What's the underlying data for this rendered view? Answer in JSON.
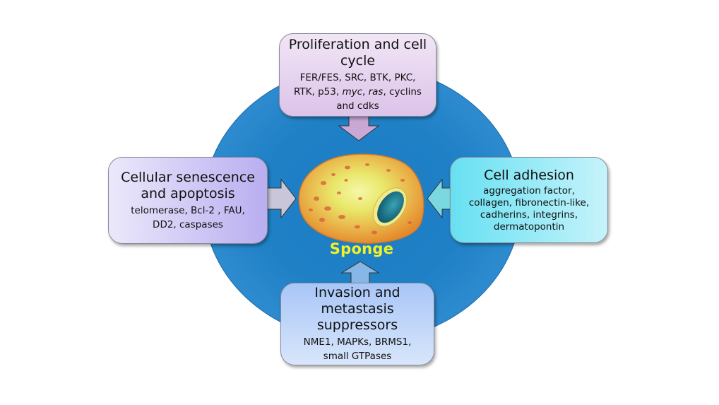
{
  "diagram": {
    "center": {
      "label": "Sponge",
      "icon": "sponge-cell-illustration"
    },
    "boxes": {
      "top": {
        "title": "Proliferation and cell cycle",
        "items_line1": "FER/FES, SRC, BTK, PKC,",
        "items_line2_a": "RTK, p53, ",
        "items_line2_myc": "myc",
        "items_line2_b": ", ",
        "items_line2_ras": "ras",
        "items_line2_c": ", cyclins",
        "items_line3": "and cdks"
      },
      "left": {
        "title_line1": "Cellular senescence",
        "title_line2": "and apoptosis",
        "items_line1": "telomerase,  Bcl-2 , FAU,",
        "items_line2": "DD2, caspases"
      },
      "right": {
        "title": "Cell adhesion",
        "items_line1": "aggregation factor,",
        "items_line2": "collagen, fibronectin-like,",
        "items_line3": "cadherins,  integrins,",
        "items_line4": "dermatopontin"
      },
      "bottom": {
        "title_line1": "Invasion and",
        "title_line2": "metastasis",
        "title_line3": "suppressors",
        "items_line1": "NME1, MAPKs, BRMS1,",
        "items_line2": "small GTPases"
      }
    },
    "arrows": [
      {
        "from": "top",
        "to": "center",
        "color": "#c9a8d6"
      },
      {
        "from": "left",
        "to": "center",
        "color": "#c8c6d8"
      },
      {
        "from": "right",
        "to": "center",
        "color": "#7ad9e0"
      },
      {
        "from": "bottom",
        "to": "center",
        "color": "#86b7e6"
      }
    ],
    "colors": {
      "ellipse": "#1f80c6",
      "label": "#f3f321"
    }
  }
}
